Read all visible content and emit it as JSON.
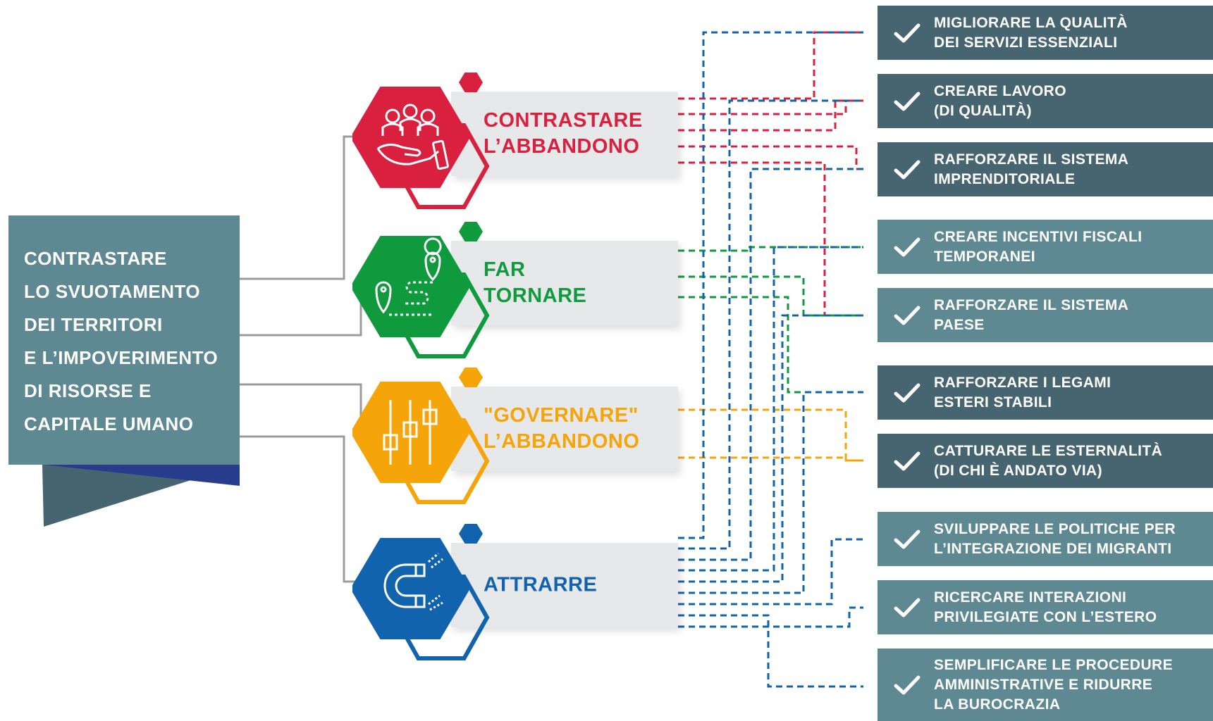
{
  "main_goal": {
    "lines": [
      "CONTRASTARE",
      "LO SVUOTAMENTO",
      "DEI TERRITORI",
      "E L’IMPOVERIMENTO",
      "DI RISORSE E",
      "CAPITALE UMANO"
    ]
  },
  "strategies": [
    {
      "lines": [
        "CONTRASTARE",
        "L’ABBANDONO"
      ],
      "color": "#d9203f",
      "icon": "people-hand-icon"
    },
    {
      "lines": [
        "FAR",
        "TORNARE"
      ],
      "color": "#109a3e",
      "icon": "route-pin-icon"
    },
    {
      "lines": [
        "\"GOVERNARE\"",
        "L’ABBANDONO"
      ],
      "color": "#f5a50a",
      "icon": "sliders-icon"
    },
    {
      "lines": [
        "ATTRARRE"
      ],
      "color": "#1263ad",
      "icon": "magnet-icon"
    }
  ],
  "outcomes": [
    {
      "lines": [
        "MIGLIORARE LA QUALITÀ",
        "DEI SERVIZI ESSENZIALI"
      ],
      "color": "#476570"
    },
    {
      "lines": [
        "CREARE LAVORO",
        "(DI QUALITÀ)"
      ],
      "color": "#476570"
    },
    {
      "lines": [
        "RAFFORZARE IL SISTEMA",
        "IMPRENDITORIALE"
      ],
      "color": "#476570"
    },
    {
      "lines": [
        "CREARE INCENTIVI FISCALI",
        "TEMPORANEI"
      ],
      "color": "#5e8892"
    },
    {
      "lines": [
        "RAFFORZARE IL SISTEMA",
        "PAESE"
      ],
      "color": "#5e8892"
    },
    {
      "lines": [
        "RAFFORZARE I LEGAMI",
        "ESTERI STABILI"
      ],
      "color": "#476570"
    },
    {
      "lines": [
        "CATTURARE LE ESTERNALITÀ",
        "(DI CHI È ANDATO VIA)"
      ],
      "color": "#476570"
    },
    {
      "lines": [
        "SVILUPPARE LE POLITICHE PER",
        "L’INTEGRAZIONE DEI MIGRANTI"
      ],
      "color": "#5e8892"
    },
    {
      "lines": [
        "RICERCARE INTERAZIONI",
        "PRIVILEGIATE CON L’ESTERO"
      ],
      "color": "#5e8892"
    },
    {
      "lines": [
        "SEMPLIFICARE LE PROCEDURE",
        "AMMINISTRATIVE E RIDURRE",
        "LA BUROCRAZIA"
      ],
      "color": "#5e8892"
    }
  ],
  "colors": {
    "banner": "#5e8892",
    "banner_dark": "#476570",
    "banner_fold": "#273d8c",
    "connector_gray": "#9b9b9b",
    "card_bg": "#e7e8ea",
    "check": "#ffffff"
  }
}
